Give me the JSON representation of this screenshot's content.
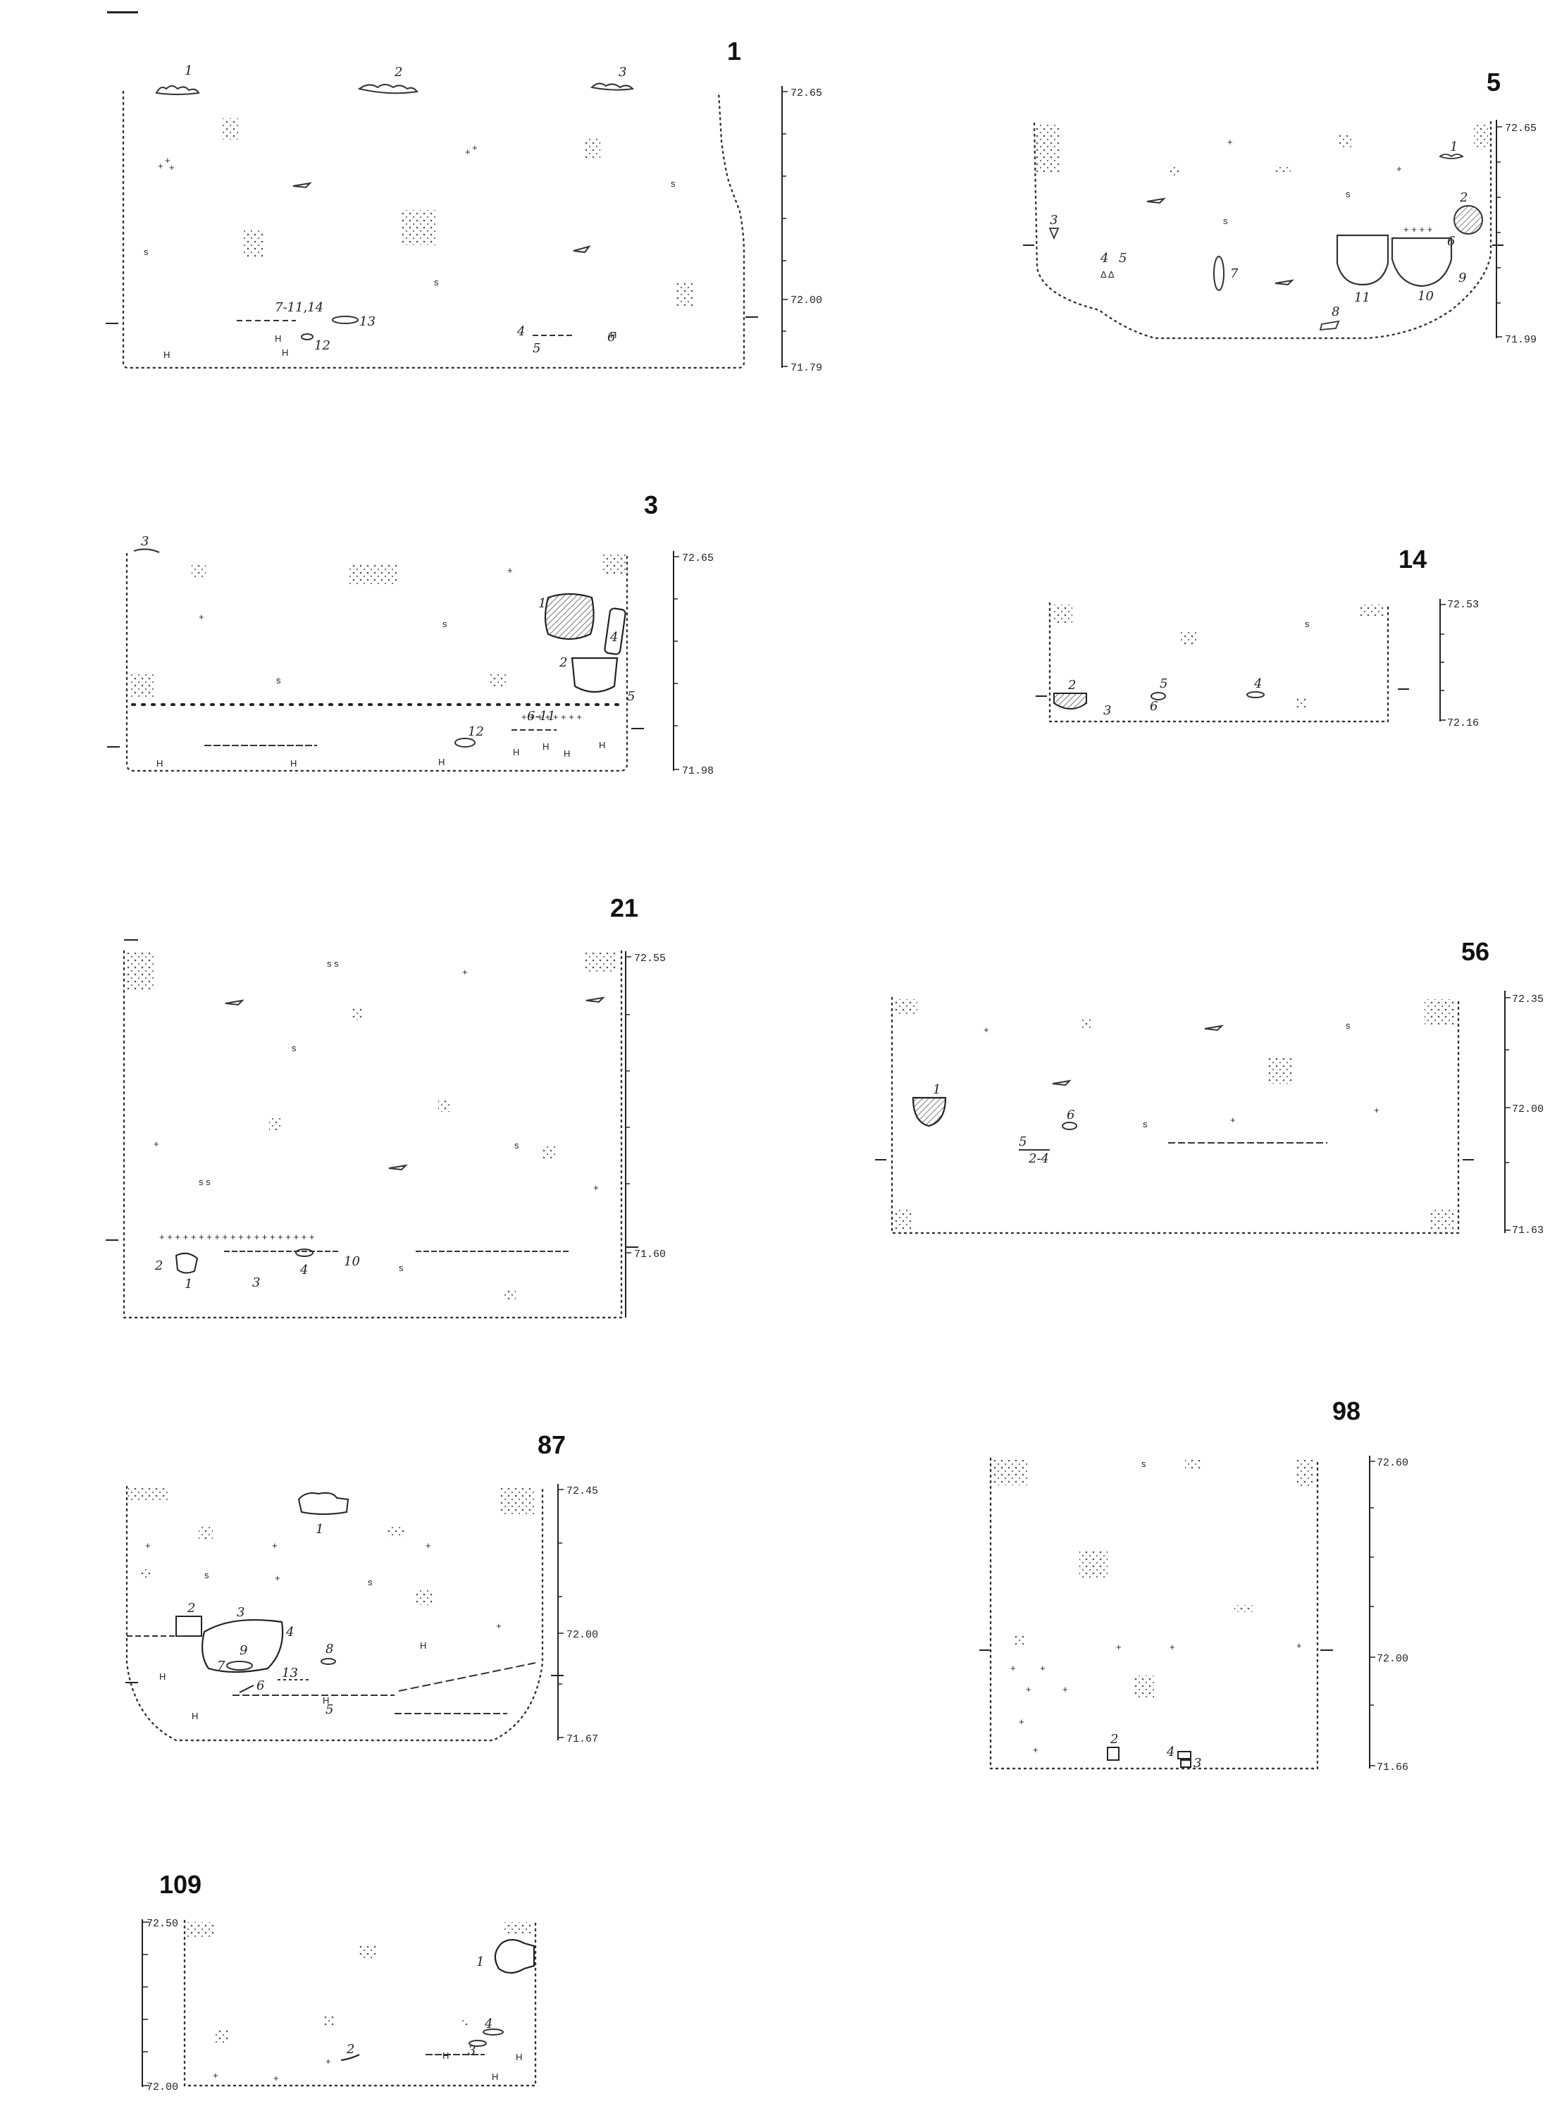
{
  "sections": [
    {
      "id": "1",
      "number": "1",
      "scale": {
        "top": "72.65",
        "mid": "72.00",
        "bottom": "71.79"
      },
      "finds": [
        "1",
        "2",
        "3",
        "7-11,14",
        "13",
        "12",
        "4",
        "5",
        "6"
      ]
    },
    {
      "id": "5",
      "number": "5",
      "scale": {
        "top": "72.65",
        "bottom": "71.99"
      },
      "finds": [
        "1",
        "2",
        "3",
        "4",
        "5",
        "6",
        "7",
        "8",
        "9",
        "10",
        "11"
      ]
    },
    {
      "id": "3",
      "number": "3",
      "scale": {
        "top": "72.65",
        "bottom": "71.98"
      },
      "finds": [
        "3",
        "1",
        "4",
        "2",
        "5",
        "6-11",
        "12"
      ]
    },
    {
      "id": "14",
      "number": "14",
      "scale": {
        "top": "72.53",
        "bottom": "72.16"
      },
      "finds": [
        "2",
        "3",
        "5",
        "6",
        "4"
      ]
    },
    {
      "id": "21",
      "number": "21",
      "scale": {
        "top": "72.55",
        "bottom": "71.60"
      },
      "finds": [
        "2",
        "1",
        "3",
        "4",
        "10"
      ]
    },
    {
      "id": "56",
      "number": "56",
      "scale": {
        "top": "72.35",
        "mid": "72.00",
        "bottom": "71.63"
      },
      "finds": [
        "1",
        "6",
        "5",
        "2-4"
      ]
    },
    {
      "id": "87",
      "number": "87",
      "scale": {
        "top": "72.45",
        "mid": "72.00",
        "bottom": "71.67"
      },
      "finds": [
        "1",
        "2",
        "3",
        "4",
        "9",
        "7",
        "8",
        "6",
        "13",
        "5"
      ]
    },
    {
      "id": "98",
      "number": "98",
      "scale": {
        "top": "72.60",
        "mid": "72.00",
        "bottom": "71.66"
      },
      "finds": [
        "2",
        "4",
        "3"
      ]
    },
    {
      "id": "109",
      "number": "109",
      "scale": {
        "top": "72.50",
        "bottom": "72.00"
      },
      "finds": [
        "1",
        "4",
        "2",
        "3"
      ]
    }
  ]
}
